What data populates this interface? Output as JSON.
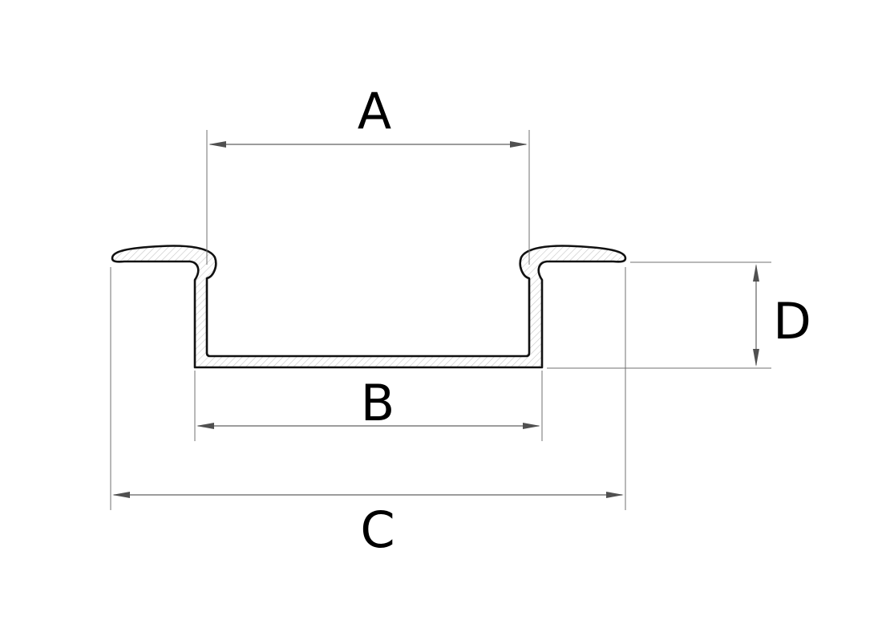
{
  "dimensions": {
    "a": "A",
    "b": "B",
    "c": "C",
    "d": "D"
  },
  "colors": {
    "outline": "#111111",
    "dimension_line": "#606060",
    "hatch": "#c8c8c8",
    "text": "#000000"
  }
}
